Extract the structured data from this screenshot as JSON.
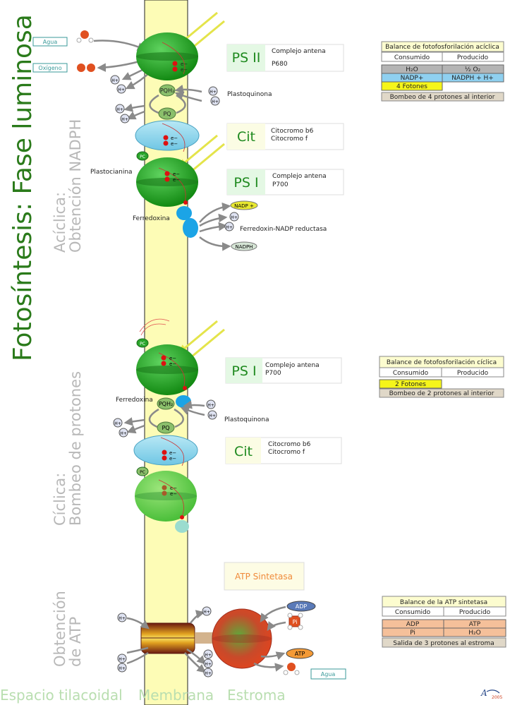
{
  "title": "Fotosíntesis: Fase luminosa",
  "sections": {
    "aciclica_line1": "Acíclica:",
    "aciclica_line2": "Obtención NADPH",
    "ciclica_line1": "Cíclica:",
    "ciclica_line2": "Bombeo de protones",
    "atp_line1": "Obtención",
    "atp_line2": "de ATP"
  },
  "molecules": {
    "agua": "Agua",
    "oxigeno": "Oxígeno",
    "h": "H+",
    "pqh2": "PQH₂",
    "pq": "PQ",
    "pc": "PC",
    "e": "e−",
    "nadp": "NADP +",
    "nadph": "NADPH",
    "adp": "ADP",
    "pi": "Pi",
    "atp": "ATP"
  },
  "labels": {
    "plastoquinona": "Plastoquinona",
    "plastocianina": "Plastocianina",
    "ferredoxina": "Ferredoxina",
    "fnr": "Ferredoxin-NADP reductasa"
  },
  "complexes": {
    "ps2": {
      "name": "PS II",
      "line1": "Complejo antena",
      "line2": "P680"
    },
    "cit": {
      "name": "Cit",
      "line1": "Citocromo b6",
      "line2": "Citocromo f"
    },
    "ps1": {
      "name": "PS I",
      "line1": "Complejo antena",
      "line2": "P700"
    },
    "ps1b": {
      "name": "PS I",
      "line1": "Complejo antena",
      "line2": "P700"
    },
    "citb": {
      "name": "Cit",
      "line1": "Citocromo b6",
      "line2": "Citocromo f"
    },
    "atp_sintetasa": "ATP Sintetasa"
  },
  "balances": {
    "aciclica": {
      "title": "Balance de fotofosforilación acíclica",
      "consumido": "Consumido",
      "producido": "Producido",
      "r1c1": "H₂O",
      "r1c2": "½ O₂",
      "r2c1": "NADP+",
      "r2c2": "NADPH + H+",
      "r3c1": "4 Fotones",
      "footer": "Bombeo de 4 protones al interior"
    },
    "ciclica": {
      "title": "Balance de fotofosforilación cíclica",
      "consumido": "Consumido",
      "producido": "Producido",
      "r1c1": "2 Fotones",
      "footer": "Bombeo de 2 protones al interior"
    },
    "atp": {
      "title": "Balance de la ATP sintetasa",
      "consumido": "Consumido",
      "producido": "Producido",
      "r1c1": "ADP",
      "r1c2": "ATP",
      "r2c1": "Pi",
      "r2c2": "H₂O",
      "footer": "Salida de 3 protones al estroma"
    }
  },
  "bottom": {
    "espacio": "Espacio tilacoidal",
    "membrana": "Membrana",
    "estroma": "Estroma"
  },
  "signature": "Ar 2005",
  "colors": {
    "membrane": "#fdfcb6",
    "ps_green": "#2aa52a",
    "cyt_blue": "#8fd6ee",
    "ferredoxin": "#1ba4e6",
    "title_green": "#2a7a1a",
    "light_yellow": "#e4e44a",
    "atp_orange": "#f49a36"
  }
}
